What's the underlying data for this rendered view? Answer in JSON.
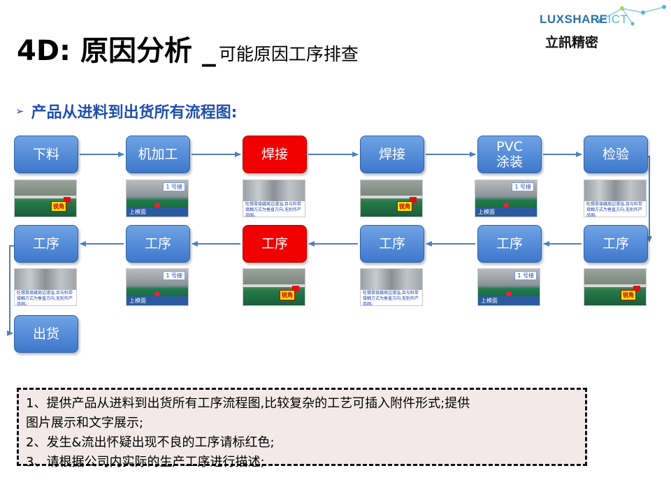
{
  "title": {
    "main": "4D: 原因分析 _",
    "sub": "可能原因工序排查"
  },
  "logo": {
    "brand": "LUXSHARE",
    "brand_suffix": "ICT",
    "cn_name": "立訊精密"
  },
  "heading": {
    "bullet": "➢",
    "text": "产品从进料到出货所有流程图:"
  },
  "row1": [
    {
      "label": "下料",
      "red": false,
      "thumb": "weld",
      "thumb_text": "锐角"
    },
    {
      "label": "机加工",
      "red": false,
      "thumb": "mach",
      "thumb_text": "1 号接",
      "thumb_foot": "上模面"
    },
    {
      "label": "焊接",
      "red": true,
      "thumb": "insp",
      "thumb_text": "吃锡膏接缝周边漫溢,且与料带接触方式为垂直方向,无别作产品固。"
    },
    {
      "label": "焊接",
      "red": false,
      "thumb": "weld",
      "thumb_text": "锐角"
    },
    {
      "label": "PVC\n涂装",
      "red": false,
      "thumb": "mach",
      "thumb_text": "1 号接",
      "thumb_foot": "上模面"
    },
    {
      "label": "检验",
      "red": false,
      "thumb": "insp",
      "thumb_text": "吃锡膏接缝周边漫溢,且与料带接触方式为垂直方向,无别作产品固。"
    }
  ],
  "row2": [
    {
      "label": "工序",
      "red": false,
      "thumb": "insp",
      "thumb_text": "吃锡膏接缝周边漫溢,且与料带接触方式为垂直方向,无别作产品固。"
    },
    {
      "label": "工序",
      "red": false,
      "thumb": "mach",
      "thumb_text": "1 号接",
      "thumb_foot": "上模面"
    },
    {
      "label": "工序",
      "red": true,
      "thumb": "weld",
      "thumb_text": "锐角"
    },
    {
      "label": "工序",
      "red": false,
      "thumb": "insp",
      "thumb_text": "吃锡膏接缝周边漫溢,且与料带接触方式为垂直方向,无别作产品固。"
    },
    {
      "label": "工序",
      "red": false,
      "thumb": "mach",
      "thumb_text": "1 号接",
      "thumb_foot": "上模面"
    },
    {
      "label": "工序",
      "red": false,
      "thumb": "weld",
      "thumb_text": "锐角"
    }
  ],
  "final_step": {
    "label": "出货"
  },
  "notes": [
    "1、提供产品从进料到出货所有工序流程图,比较复杂的工艺可插入附件形式;提供",
    "图片展示和文字展示;",
    "2、发生&流出怀疑出现不良的工序请标红色;",
    "3、请根据公司内实际的生产工序进行描述;"
  ],
  "colors": {
    "step_blue": "#4a84d4",
    "step_red": "#f00000",
    "arrow": "#4f7fbf",
    "heading": "#1f4fb0"
  }
}
